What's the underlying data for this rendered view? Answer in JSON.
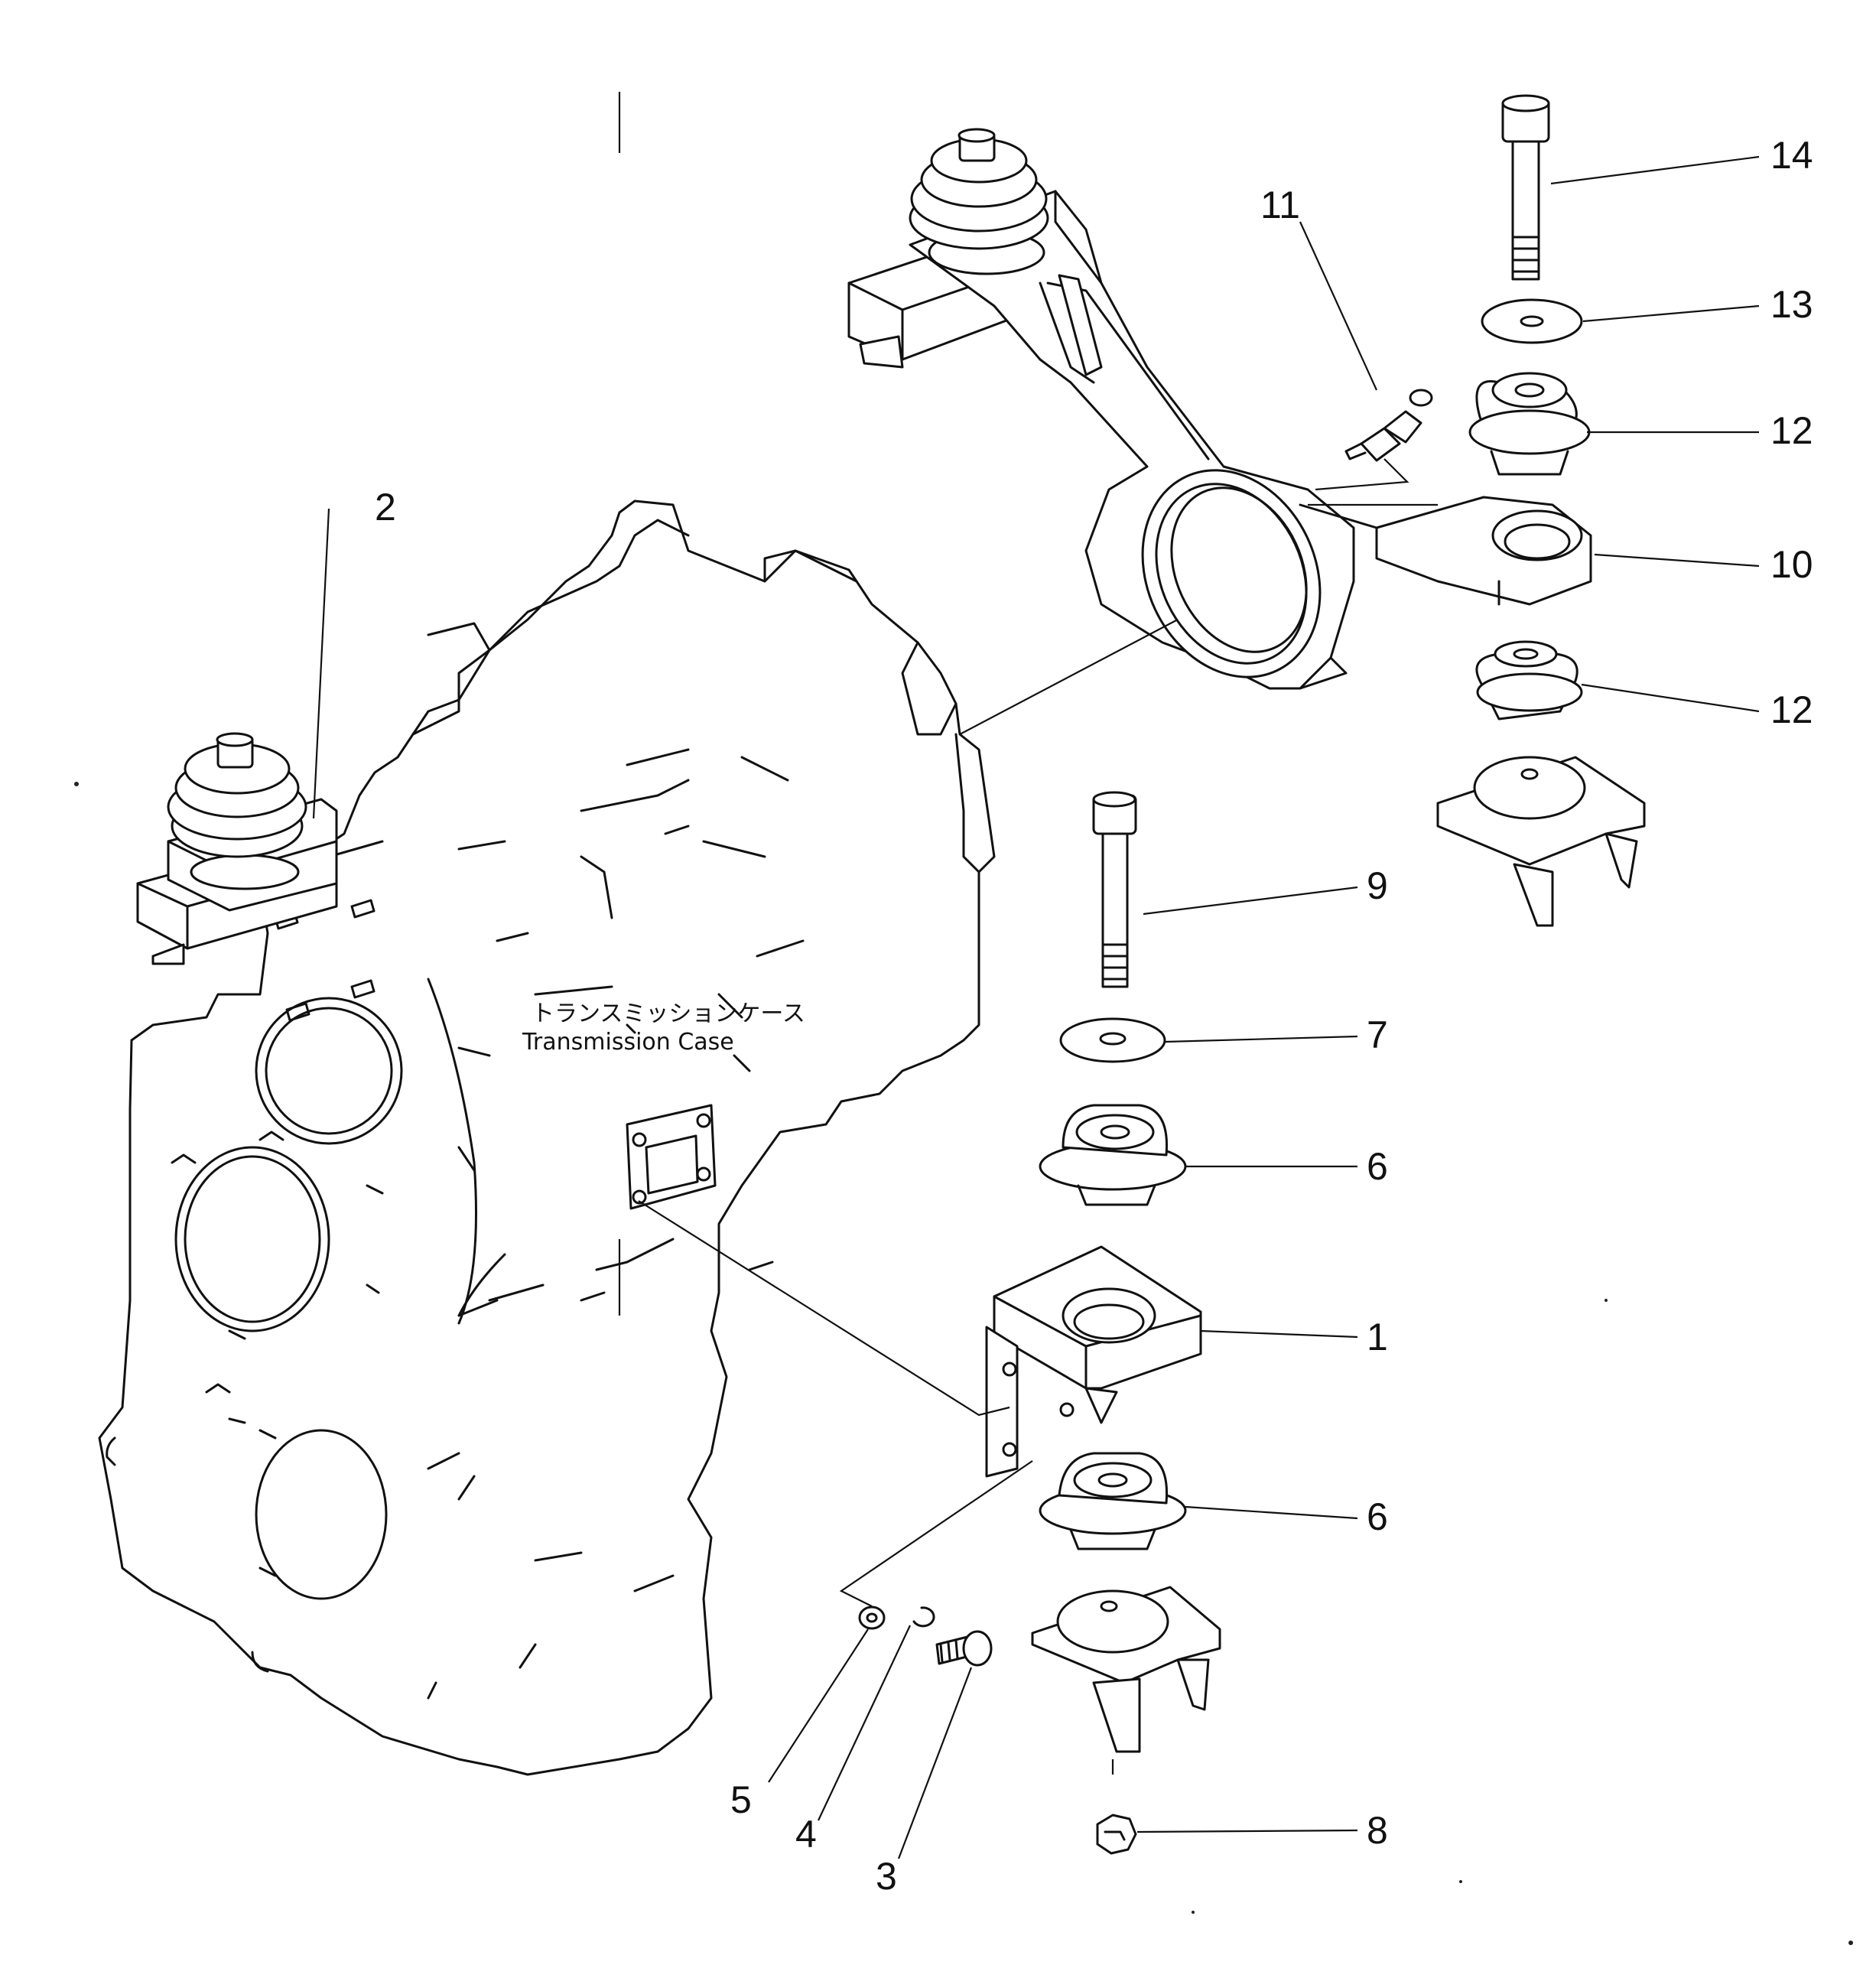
{
  "caption": {
    "japanese": "トランスミッションケース",
    "english": "Transmission Case"
  },
  "callouts": [
    "1",
    "2",
    "3",
    "4",
    "5",
    "6",
    "6",
    "7",
    "8",
    "9",
    "10",
    "11",
    "12",
    "12",
    "13",
    "14"
  ]
}
